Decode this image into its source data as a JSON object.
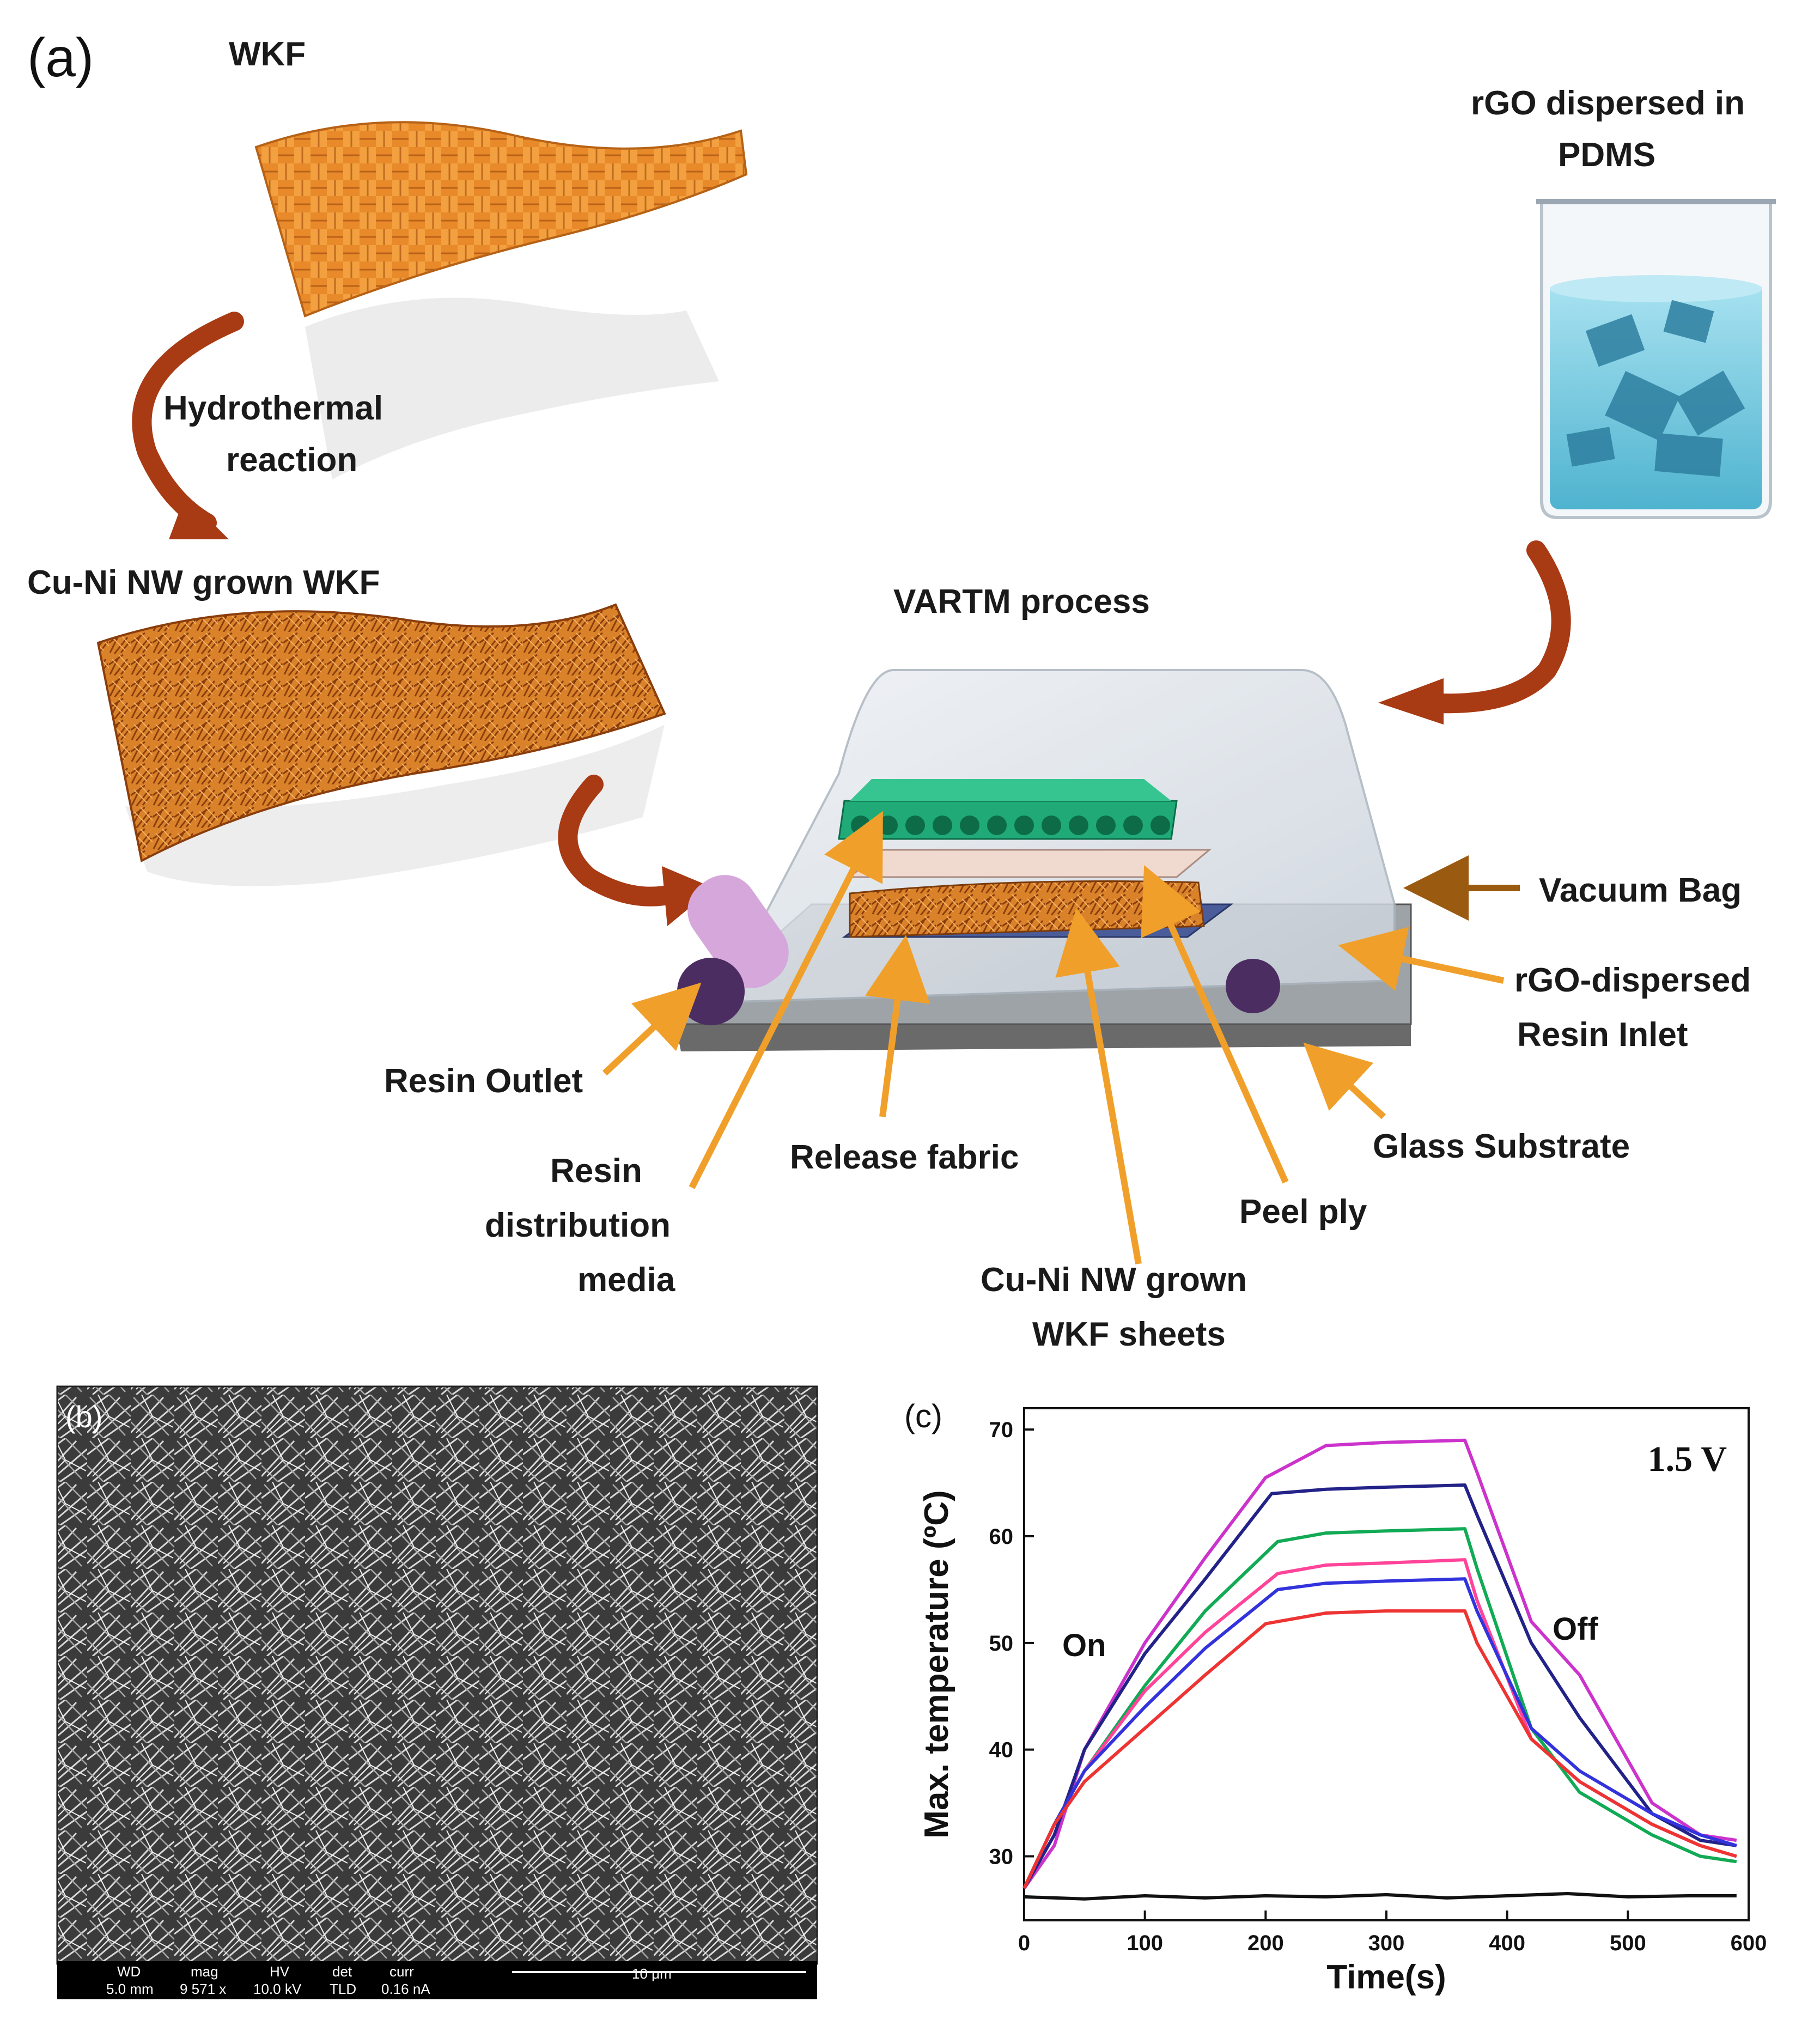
{
  "panel_a": {
    "label": "(a)",
    "wkf_label": "WKF",
    "hydro_line1": "Hydrothermal",
    "hydro_line2": "reaction",
    "cuni_label": "Cu-Ni NW grown WKF",
    "beaker_line1": "rGO dispersed in",
    "beaker_line2": "PDMS",
    "vartm_label": "VARTM process",
    "vacuum_bag": "Vacuum Bag",
    "inlet_line1": "rGO-dispersed",
    "inlet_line2": "Resin Inlet",
    "outlet": "Resin Outlet",
    "glass": "Glass Substrate",
    "media_line1": "Resin",
    "media_line2": "distribution",
    "media_line3": "media",
    "release": "Release fabric",
    "peel": "Peel ply",
    "sheets_line1": "Cu-Ni NW grown",
    "sheets_line2": "WKF sheets"
  },
  "panel_b": {
    "label": "(b)",
    "info_headers": [
      "WD",
      "mag",
      "HV",
      "det",
      "curr"
    ],
    "info_values": [
      "5.0 mm",
      "9 571 x",
      "10.0 kV",
      "TLD",
      "0.16 nA"
    ],
    "scale": "10 μm"
  },
  "panel_c": {
    "label": "(c)"
  },
  "chart_data": {
    "type": "line",
    "xlabel": "Time(s)",
    "ylabel": "Max. temperature (ºC)",
    "xlim": [
      0,
      600
    ],
    "ylim": [
      24,
      72
    ],
    "x_ticks": [
      0,
      100,
      200,
      300,
      400,
      500,
      600
    ],
    "y_ticks": [
      30,
      40,
      50,
      60,
      70
    ],
    "annotations": {
      "voltage": "1.5 V",
      "on": "On",
      "off": "Off"
    },
    "series": [
      {
        "color": "#cc33cc",
        "points": [
          [
            0,
            27
          ],
          [
            25,
            31
          ],
          [
            50,
            40
          ],
          [
            100,
            50
          ],
          [
            150,
            58
          ],
          [
            200,
            65.5
          ],
          [
            250,
            68.5
          ],
          [
            300,
            68.8
          ],
          [
            365,
            69
          ],
          [
            375,
            66
          ],
          [
            420,
            52
          ],
          [
            460,
            47
          ],
          [
            520,
            35
          ],
          [
            560,
            32
          ],
          [
            590,
            31.5
          ]
        ]
      },
      {
        "color": "#222288",
        "points": [
          [
            0,
            27
          ],
          [
            25,
            32
          ],
          [
            50,
            40
          ],
          [
            100,
            49
          ],
          [
            150,
            56
          ],
          [
            205,
            64
          ],
          [
            250,
            64.4
          ],
          [
            300,
            64.6
          ],
          [
            365,
            64.8
          ],
          [
            375,
            62
          ],
          [
            420,
            50
          ],
          [
            460,
            43
          ],
          [
            520,
            34
          ],
          [
            560,
            31.5
          ],
          [
            590,
            31
          ]
        ]
      },
      {
        "color": "#11aa55",
        "points": [
          [
            0,
            27
          ],
          [
            25,
            33
          ],
          [
            50,
            38
          ],
          [
            100,
            46
          ],
          [
            150,
            53
          ],
          [
            210,
            59.5
          ],
          [
            250,
            60.3
          ],
          [
            300,
            60.5
          ],
          [
            365,
            60.7
          ],
          [
            375,
            57
          ],
          [
            420,
            42
          ],
          [
            460,
            36
          ],
          [
            520,
            32
          ],
          [
            560,
            30
          ],
          [
            590,
            29.5
          ]
        ]
      },
      {
        "color": "#ff4499",
        "points": [
          [
            0,
            27
          ],
          [
            25,
            33
          ],
          [
            50,
            38
          ],
          [
            100,
            45.5
          ],
          [
            150,
            51
          ],
          [
            210,
            56.5
          ],
          [
            250,
            57.3
          ],
          [
            300,
            57.5
          ],
          [
            365,
            57.8
          ],
          [
            375,
            54
          ],
          [
            420,
            41
          ],
          [
            460,
            37
          ],
          [
            520,
            33
          ],
          [
            560,
            31
          ],
          [
            590,
            30
          ]
        ]
      },
      {
        "color": "#3333dd",
        "points": [
          [
            0,
            27
          ],
          [
            25,
            33
          ],
          [
            50,
            38
          ],
          [
            100,
            44
          ],
          [
            150,
            49.5
          ],
          [
            210,
            55
          ],
          [
            250,
            55.6
          ],
          [
            300,
            55.8
          ],
          [
            365,
            56
          ],
          [
            375,
            53
          ],
          [
            420,
            42
          ],
          [
            460,
            38
          ],
          [
            520,
            34
          ],
          [
            560,
            32
          ],
          [
            590,
            31
          ]
        ]
      },
      {
        "color": "#ee3333",
        "points": [
          [
            0,
            27
          ],
          [
            25,
            33
          ],
          [
            50,
            37
          ],
          [
            100,
            42
          ],
          [
            150,
            47
          ],
          [
            200,
            51.8
          ],
          [
            250,
            52.8
          ],
          [
            300,
            53
          ],
          [
            365,
            53
          ],
          [
            375,
            50
          ],
          [
            420,
            41
          ],
          [
            460,
            37
          ],
          [
            520,
            33
          ],
          [
            560,
            31
          ],
          [
            590,
            30
          ]
        ]
      },
      {
        "color": "#111111",
        "points": [
          [
            0,
            26.2
          ],
          [
            50,
            26
          ],
          [
            100,
            26.3
          ],
          [
            150,
            26.1
          ],
          [
            200,
            26.3
          ],
          [
            250,
            26.2
          ],
          [
            300,
            26.4
          ],
          [
            350,
            26.1
          ],
          [
            400,
            26.3
          ],
          [
            450,
            26.5
          ],
          [
            500,
            26.2
          ],
          [
            550,
            26.3
          ],
          [
            590,
            26.3
          ]
        ]
      }
    ]
  }
}
